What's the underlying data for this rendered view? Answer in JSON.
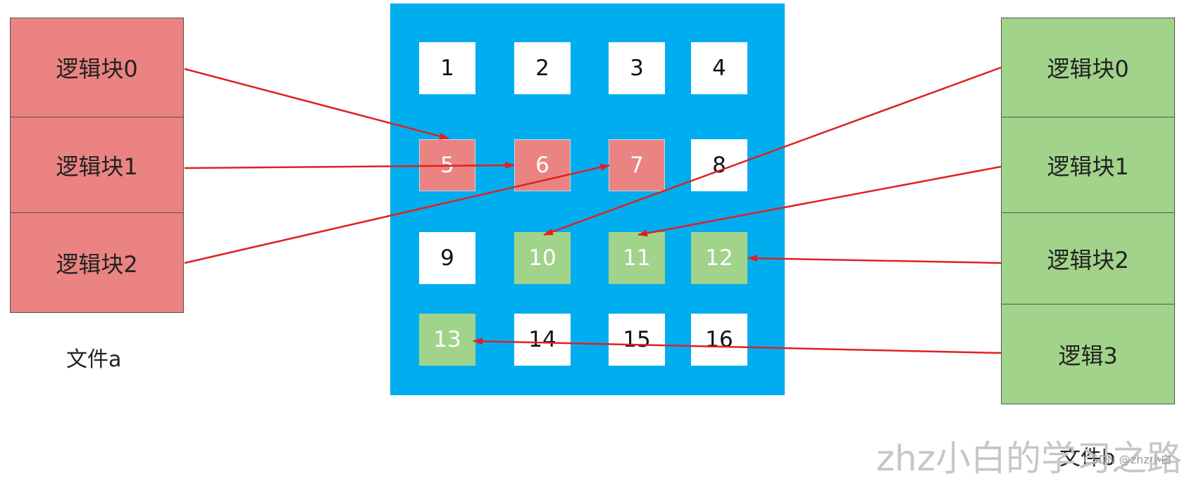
{
  "file_a": {
    "label": "文件a",
    "blocks": [
      "逻辑块0",
      "逻辑块1",
      "逻辑块2"
    ],
    "color": "#ea8382"
  },
  "file_b": {
    "label": "文件b",
    "blocks": [
      "逻辑块0",
      "逻辑块1",
      "逻辑块2",
      "逻辑3"
    ],
    "color": "#a1d38a"
  },
  "disk": {
    "color": "#00adef",
    "cells": [
      "1",
      "2",
      "3",
      "4",
      "5",
      "6",
      "7",
      "8",
      "9",
      "10",
      "11",
      "12",
      "13",
      "14",
      "15",
      "16"
    ],
    "file_a_cells": [
      "5",
      "6",
      "7"
    ],
    "file_b_cells": [
      "10",
      "11",
      "12",
      "13"
    ]
  },
  "mapping": {
    "file_a": [
      {
        "from": "逻辑块0",
        "to": "5"
      },
      {
        "from": "逻辑块1",
        "to": "6"
      },
      {
        "from": "逻辑块2",
        "to": "7"
      }
    ],
    "file_b": [
      {
        "from": "逻辑块0",
        "to": "10"
      },
      {
        "from": "逻辑块1",
        "to": "11"
      },
      {
        "from": "逻辑块2",
        "to": "12"
      },
      {
        "from": "逻辑3",
        "to": "13"
      }
    ],
    "arrow_color": "#e02020"
  },
  "watermark": {
    "text": "zhz小白的学习之路",
    "csdn": "CSDN @zhz小白"
  }
}
